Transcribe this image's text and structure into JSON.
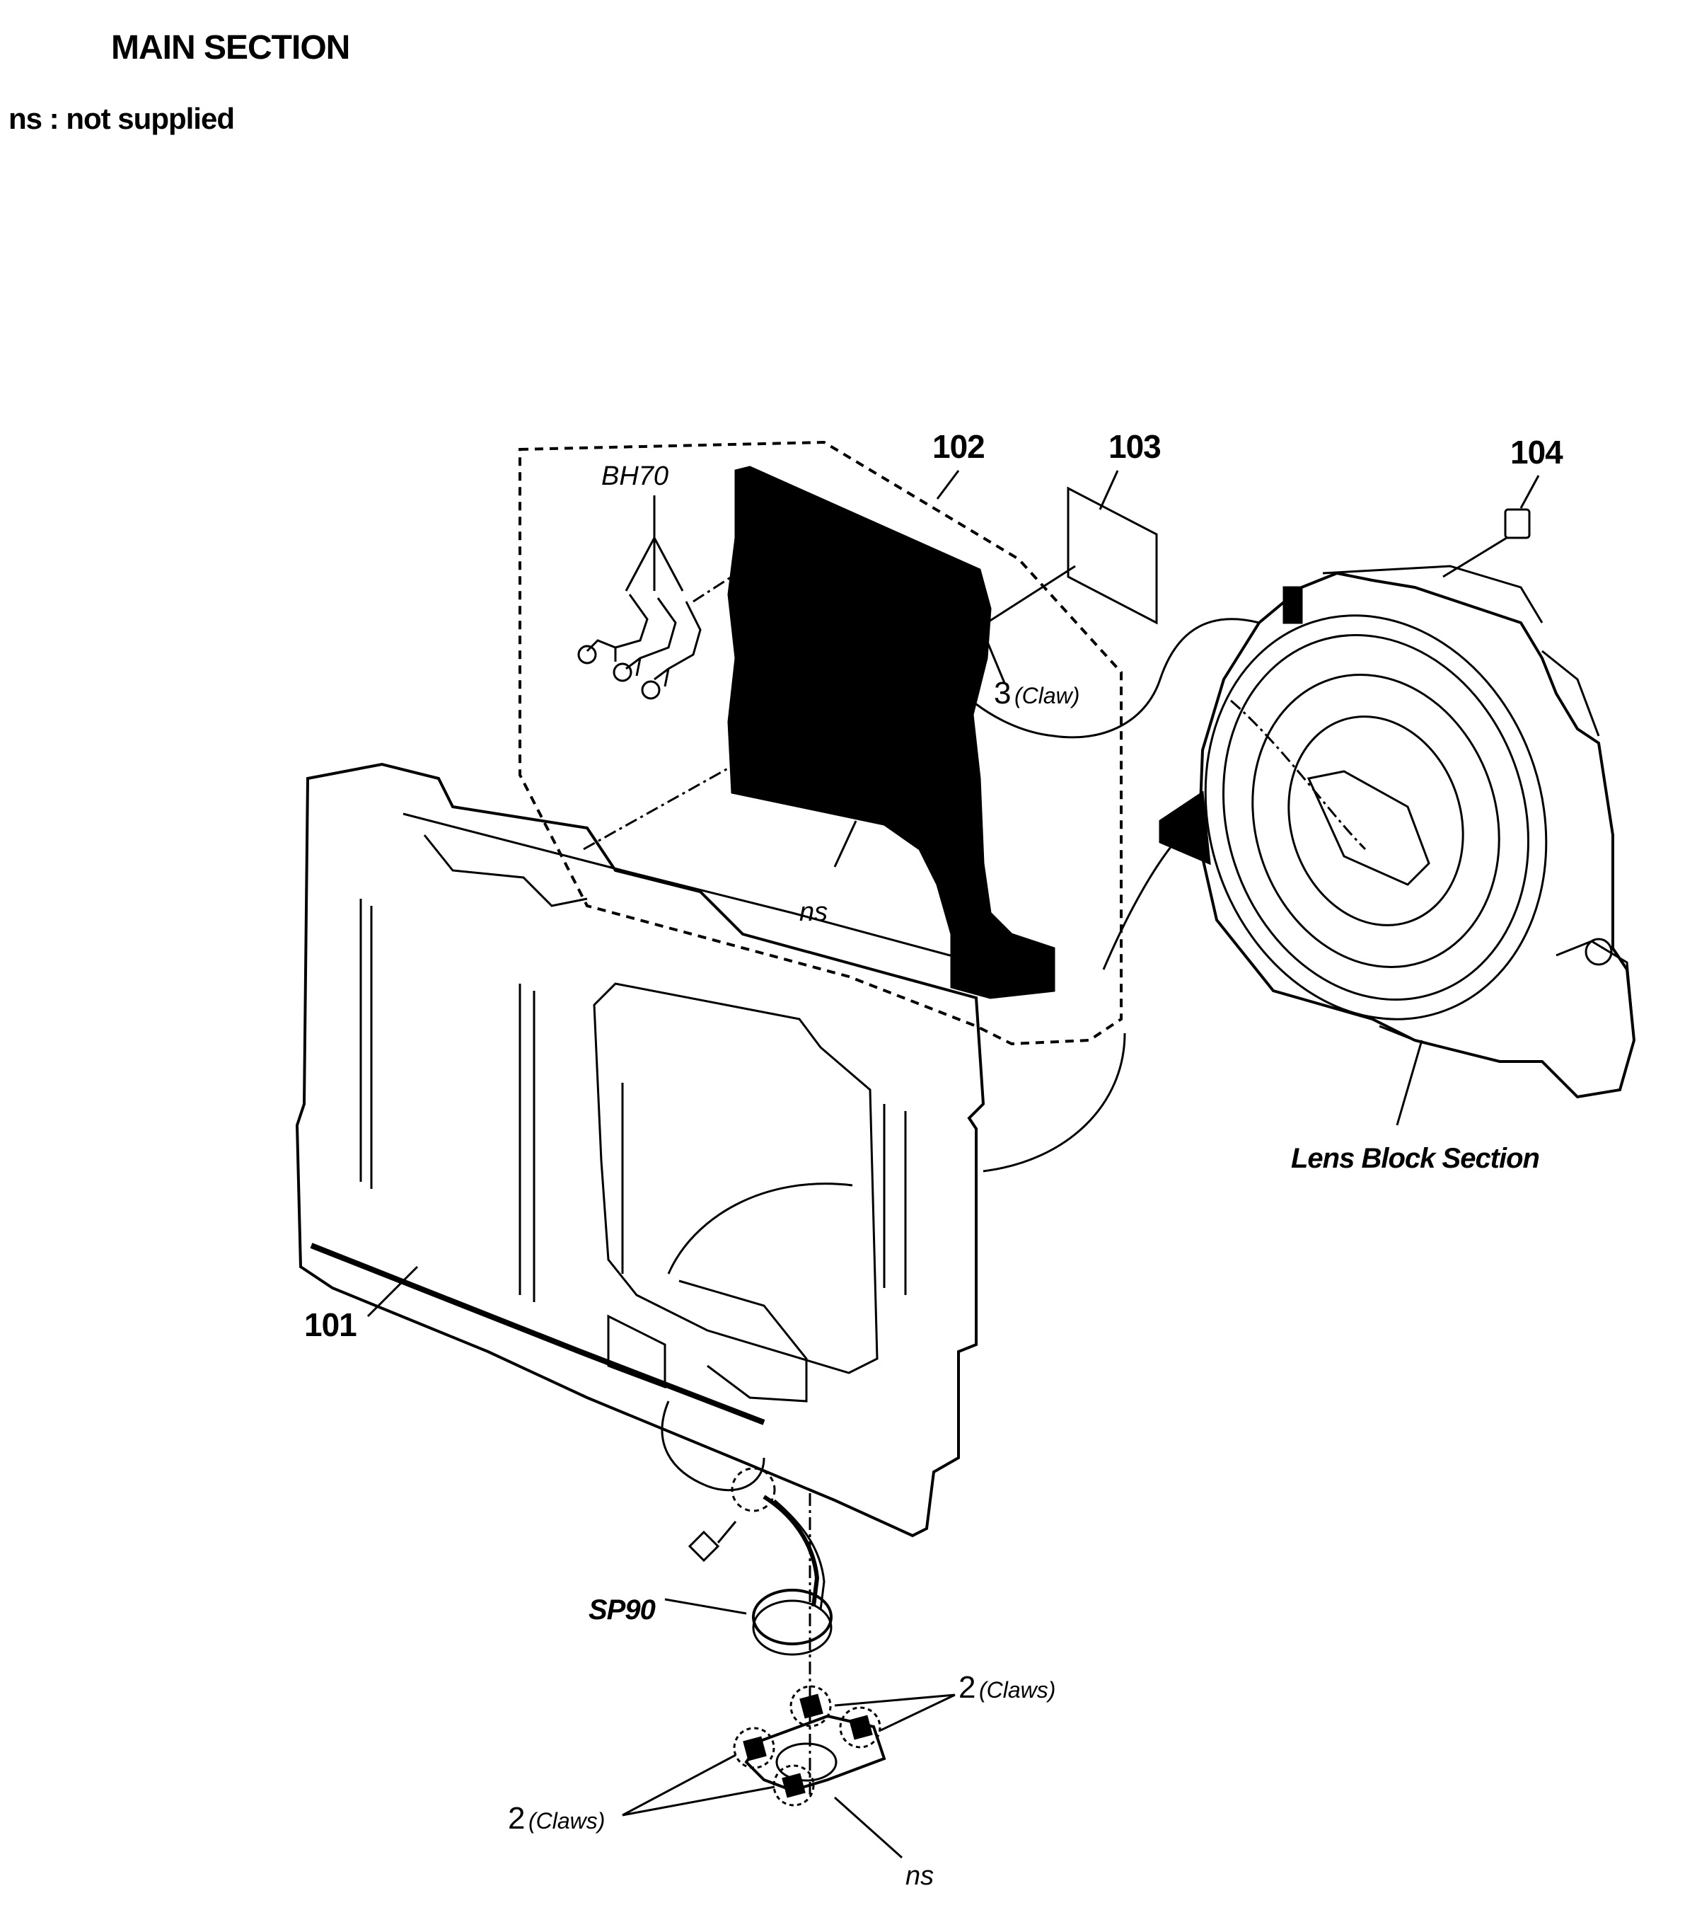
{
  "header": {
    "title": "MAIN SECTION",
    "note": "ns : not supplied"
  },
  "parts": {
    "p101": "101",
    "p102": "102",
    "p103": "103",
    "p104": "104"
  },
  "labels": {
    "bh70": "BH70",
    "ns_board": "ns",
    "ns_bracket": "ns",
    "sp90": "SP90",
    "lens_block": "Lens Block Section",
    "claw_top_count": "3",
    "claw_top_word": "(Claw)",
    "claws_right_count": "2",
    "claws_right_word": "(Claws)",
    "claws_left_count": "2",
    "claws_left_word": "(Claws)"
  }
}
